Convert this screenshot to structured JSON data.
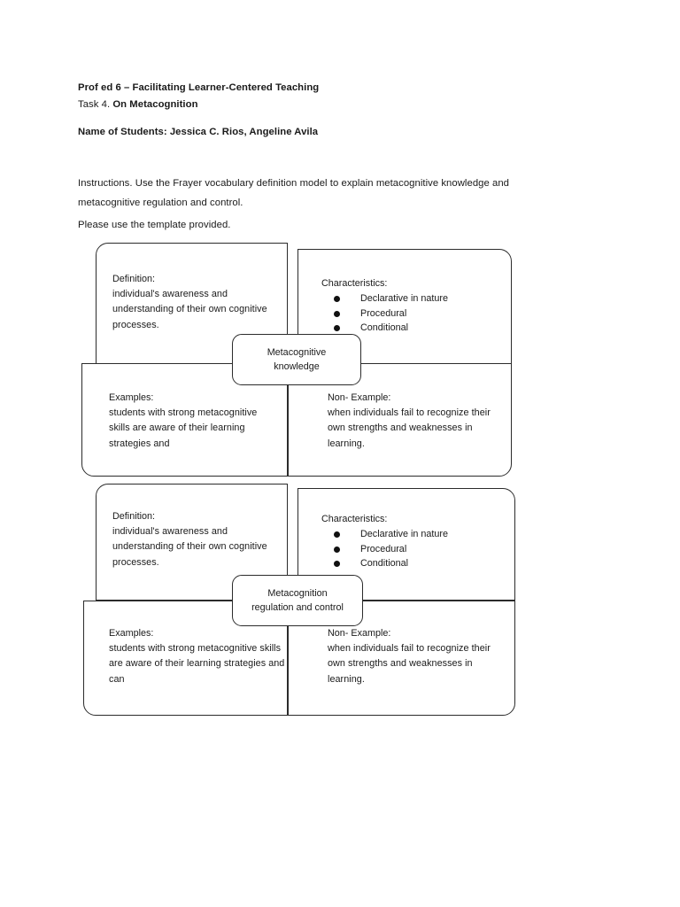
{
  "document": {
    "course_line": "Prof ed 6 – Facilitating Learner-Centered Teaching",
    "task_prefix": "Task 4. ",
    "task_title": "On Metacognition",
    "students_line": "Name of Students: Jessica C. Rios, Angeline Avila",
    "instructions": "Instructions. Use the Frayer vocabulary definition model to explain metacognitive knowledge and metacognitive regulation and control.",
    "template_note": "Please use the template provided."
  },
  "frayer_models": [
    {
      "center_label": "Metacognitive\nknowledge",
      "center_line1": "Metacognitive",
      "center_line2": "knowledge",
      "definition": {
        "heading": "Definition:",
        "text": "individual's awareness and understanding of their own cognitive processes."
      },
      "characteristics": {
        "heading": "Characteristics:",
        "items": [
          "Declarative in nature",
          "Procedural",
          "Conditional"
        ]
      },
      "examples": {
        "heading": "Examples:",
        "text": "students with strong metacognitive skills are aware of their learning strategies and"
      },
      "non_example": {
        "heading": "Non- Example:",
        "text": "when individuals fail to recognize their own strengths and weaknesses in learning."
      }
    },
    {
      "center_label": "Metacognition\nregulation and control",
      "center_line1": "Metacognition",
      "center_line2": "regulation and control",
      "definition": {
        "heading": "Definition:",
        "text": "individual's awareness and understanding of their own cognitive processes."
      },
      "characteristics": {
        "heading": "Characteristics:",
        "items": [
          "Declarative in nature",
          "Procedural",
          "Conditional"
        ]
      },
      "examples": {
        "heading": "Examples:",
        "text": "students with strong metacognitive skills are aware of their learning strategies and can"
      },
      "non_example": {
        "heading": "Non- Example:",
        "text": "when individuals fail to recognize their own strengths and weaknesses in learning."
      }
    }
  ],
  "colors": {
    "page_background": "#ffffff",
    "text": "#1a1a1a",
    "box_border": "#2b2b2b",
    "bullet": "#111111"
  }
}
